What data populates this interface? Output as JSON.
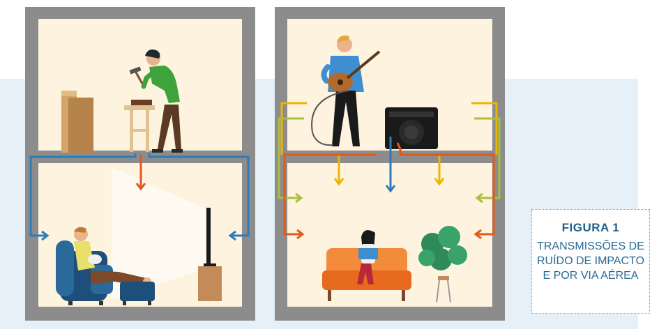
{
  "figure": {
    "label": "FIGURA 1",
    "title": "TRANSMISSÕES DE RUÍDO DE IMPACTO E POR VIA AÉREA"
  },
  "colors": {
    "wall": "#8c8c8c",
    "room": "#fdf3df",
    "background_band": "#e6f0f8",
    "impact_path": "#2a7db8",
    "impact_arrow": "#e05a1e",
    "airborne_yellow": "#f0b400",
    "airborne_green": "#a8c13a",
    "airborne_orange": "#e05a1e",
    "airborne_blue": "#2a7db8",
    "caption_border": "#5aa8c8",
    "caption_text": "#1f5f8b"
  },
  "scenes": {
    "left_building": {
      "upper_room": [
        "boxes",
        "stool",
        "man-hammering"
      ],
      "lower_room": [
        "man-on-armchair",
        "footstool",
        "tv",
        "tv-stand"
      ]
    },
    "right_building": {
      "upper_room": [
        "man-with-guitar",
        "amplifier"
      ],
      "lower_room": [
        "woman-reading-on-sofa",
        "plant"
      ]
    }
  }
}
